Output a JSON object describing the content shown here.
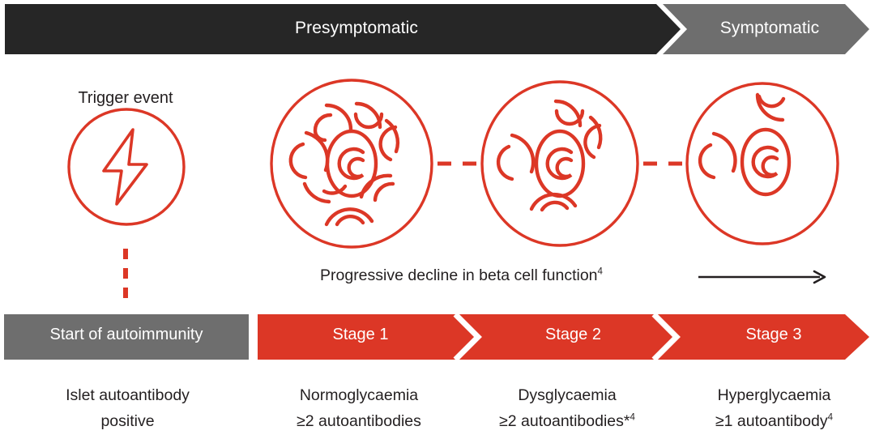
{
  "colors": {
    "red": "#DC3726",
    "dark": "#262626",
    "grey": "#6E6E6E",
    "text": "#231F20",
    "white": "#FFFFFF"
  },
  "phases": {
    "presymptomatic": "Presymptomatic",
    "symptomatic": "Symptomatic"
  },
  "trigger": {
    "title": "Trigger event",
    "icon": "lightning-bolt-icon"
  },
  "islets": [
    {
      "name": "islet-full",
      "cell_count": 8,
      "icon": "islet-beta-cells-icon"
    },
    {
      "name": "islet-reduced",
      "cell_count": 4,
      "icon": "islet-beta-cells-icon"
    },
    {
      "name": "islet-depleted",
      "cell_count": 2,
      "icon": "islet-beta-cells-icon"
    }
  ],
  "decline": {
    "text": "Progressive decline in beta cell function",
    "superscript": "4",
    "arrow_icon": "right-arrow-icon"
  },
  "stages": [
    {
      "id": "autoimmunity",
      "label": "Start of autoimmunity",
      "color": "#6E6E6E",
      "caption_line1": "Islet autoantibody",
      "caption_line2": "positive",
      "caption_sup": ""
    },
    {
      "id": "stage-1",
      "label": "Stage 1",
      "color": "#DC3726",
      "caption_line1": "Normoglycaemia",
      "caption_line2": "≥2 autoantibodies",
      "caption_sup": ""
    },
    {
      "id": "stage-2",
      "label": "Stage 2",
      "color": "#DC3726",
      "caption_line1": "Dysglycaemia",
      "caption_line2": "≥2 autoantibodies*",
      "caption_sup": "4"
    },
    {
      "id": "stage-3",
      "label": "Stage 3",
      "color": "#DC3726",
      "caption_line1": "Hyperglycaemia",
      "caption_line2": "≥1 autoantibody",
      "caption_sup": "4"
    }
  ]
}
